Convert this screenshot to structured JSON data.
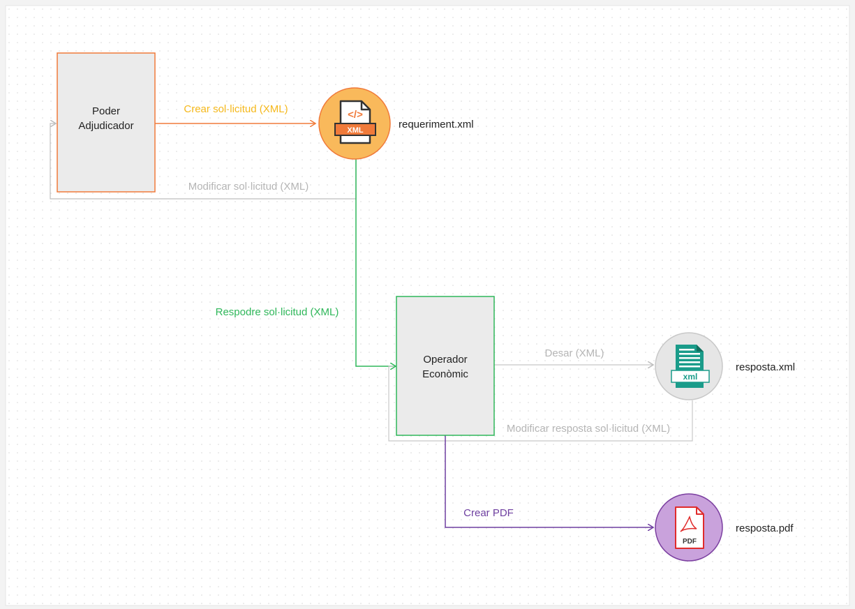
{
  "nodes": {
    "poder": {
      "label_line1": "Poder",
      "label_line2": "Adjudicador",
      "border_color": "#f07a3a",
      "fill": "#ebebeb"
    },
    "operador": {
      "label_line1": "Operador",
      "label_line2": "Econòmic",
      "border_color": "#2fb75a",
      "fill": "#ebebeb"
    }
  },
  "files": {
    "requeriment": {
      "name": "requeriment.xml",
      "icon": "xml-code-file-icon",
      "badge": "XML",
      "fill": "#f9b95b",
      "border": "#f07a3a"
    },
    "resposta_xml": {
      "name": "resposta.xml",
      "icon": "xml-document-file-icon",
      "badge": "xml",
      "fill": "#e6e6e6",
      "border": "#c8c8c8"
    },
    "resposta_pdf": {
      "name": "resposta.pdf",
      "icon": "pdf-file-icon",
      "badge": "PDF",
      "fill": "#c9a2dc",
      "border": "#7b3fa0"
    }
  },
  "edges": {
    "crear": {
      "label": "Crear sol·licitud (XML)",
      "color": "#f07a3a",
      "label_color": "#f5b81b"
    },
    "modificar": {
      "label": "Modificar sol·licitud (XML)",
      "color": "#bdbdbd",
      "label_color": "#b5b5b5"
    },
    "respondre": {
      "label": "Respodre sol·licitud (XML)",
      "color": "#2fb75a",
      "label_color": "#2fb75a"
    },
    "desar": {
      "label": "Desar (XML)",
      "color": "#c8c8c8",
      "label_color": "#b5b5b5"
    },
    "modificar_resposta": {
      "label": "Modificar resposta sol·licitud (XML)",
      "color": "#c8c8c8",
      "label_color": "#b5b5b5"
    },
    "crear_pdf": {
      "label": "Crear PDF",
      "color": "#6e3fa0",
      "label_color": "#6e3fa0"
    }
  }
}
